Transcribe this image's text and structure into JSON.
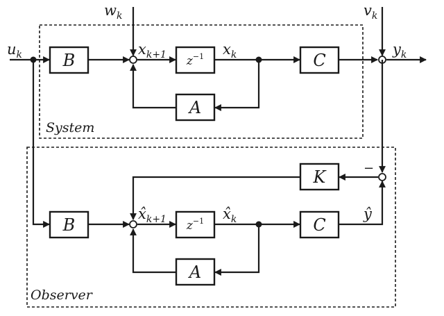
{
  "groups": {
    "system": "System",
    "observer": "Observer"
  },
  "blocks": {
    "B": "B",
    "delay_base": "z",
    "delay_exp": "−1",
    "C": "C",
    "A": "A",
    "B_obs": "B",
    "C_obs": "C",
    "A_obs": "A",
    "K": "K"
  },
  "signals": {
    "u": "u",
    "u_sub": "k",
    "w": "w",
    "w_sub": "k",
    "v": "v",
    "v_sub": "k",
    "y": "y",
    "y_sub": "k",
    "x_next": "x",
    "x_next_sub": "k+1",
    "x": "x",
    "x_sub": "k",
    "xhat_next": "x̂",
    "xhat_next_sub": "k+1",
    "xhat": "x̂",
    "xhat_sub": "k",
    "yhat": "ŷ",
    "minus": "−"
  }
}
